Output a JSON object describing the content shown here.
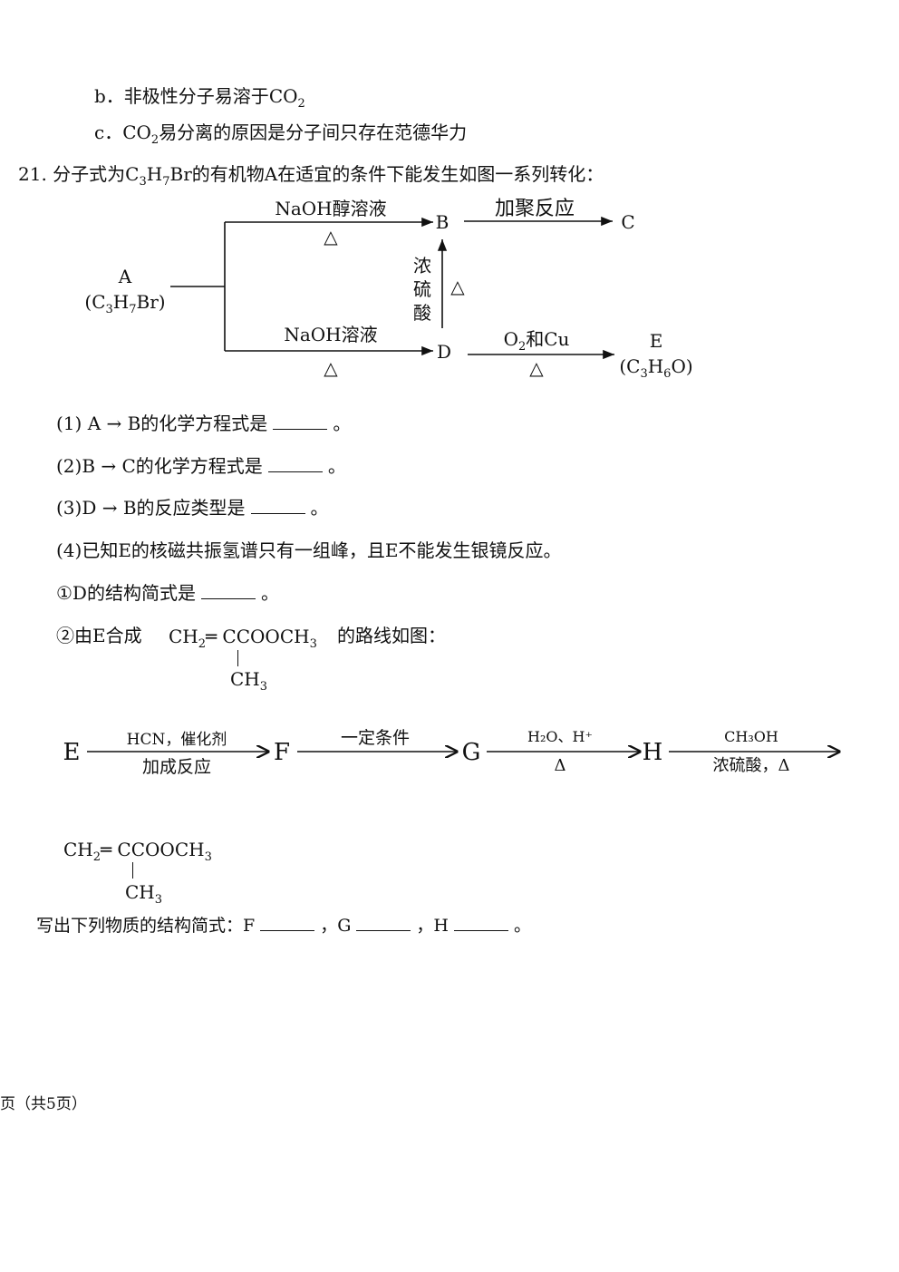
{
  "options": {
    "b": {
      "prefix": "b．非极性分子易溶于",
      "formula": "CO",
      "sub": "2"
    },
    "c": {
      "prefix": "c．",
      "formula": "CO",
      "sub": "2",
      "suffix": "易分离的原因是分子间只存在范德华力"
    }
  },
  "q21": {
    "num": "21.",
    "intro_a": "分子式为",
    "intro_b": "的有机物A在适宜的条件下能发生如图一系列转化：",
    "formula_parts": [
      "C",
      "3",
      "H",
      "7",
      "Br"
    ]
  },
  "scheme1": {
    "A": "A",
    "A_formula_parts": [
      "(C",
      "3",
      "H",
      "7",
      "Br)"
    ],
    "B": "B",
    "C": "C",
    "D": "D",
    "E": "E",
    "E_formula_parts": [
      "(C",
      "3",
      "H",
      "6",
      "O)"
    ],
    "top_cond": "NaOH醇溶液",
    "bottom_cond": "NaOH溶液",
    "poly": "加聚反应",
    "o2cu_a": "O",
    "o2cu_sub": "2",
    "o2cu_b": "和Cu",
    "vert": [
      "浓",
      "硫",
      "酸"
    ],
    "heat": "△"
  },
  "questions": {
    "q1": "(1) A → B的化学方程式是",
    "q2": "(2)B → C的化学方程式是",
    "q3": "(3)D → B的反应类型是",
    "q4": "(4)已知E的核磁共振氢谱只有一组峰，且E不能发生银镜反应。",
    "q4_1": "①D的结构简式是",
    "q4_2a": "②由E合成",
    "q4_2b": "的路线如图：",
    "end": "。",
    "product_parts": [
      "CH",
      "2",
      "═ CCOOCH",
      "3"
    ],
    "methyl_parts": [
      "CH",
      "3"
    ]
  },
  "scheme2": {
    "E": "E",
    "F": "F",
    "G": "G",
    "H": "H",
    "c1_top": "HCN，催化剂",
    "c1_bot": "加成反应",
    "c2_top": "一定条件",
    "c3_top": "H₂O、H⁺",
    "c3_bot": "Δ",
    "c4_top": "CH₃OH",
    "c4_bot": "浓硫酸，Δ"
  },
  "answer": {
    "prefix": "写出下列物质的结构简式：F",
    "g": "，G",
    "h": "，H",
    "end": "。"
  },
  "footer": "页（共5页）"
}
